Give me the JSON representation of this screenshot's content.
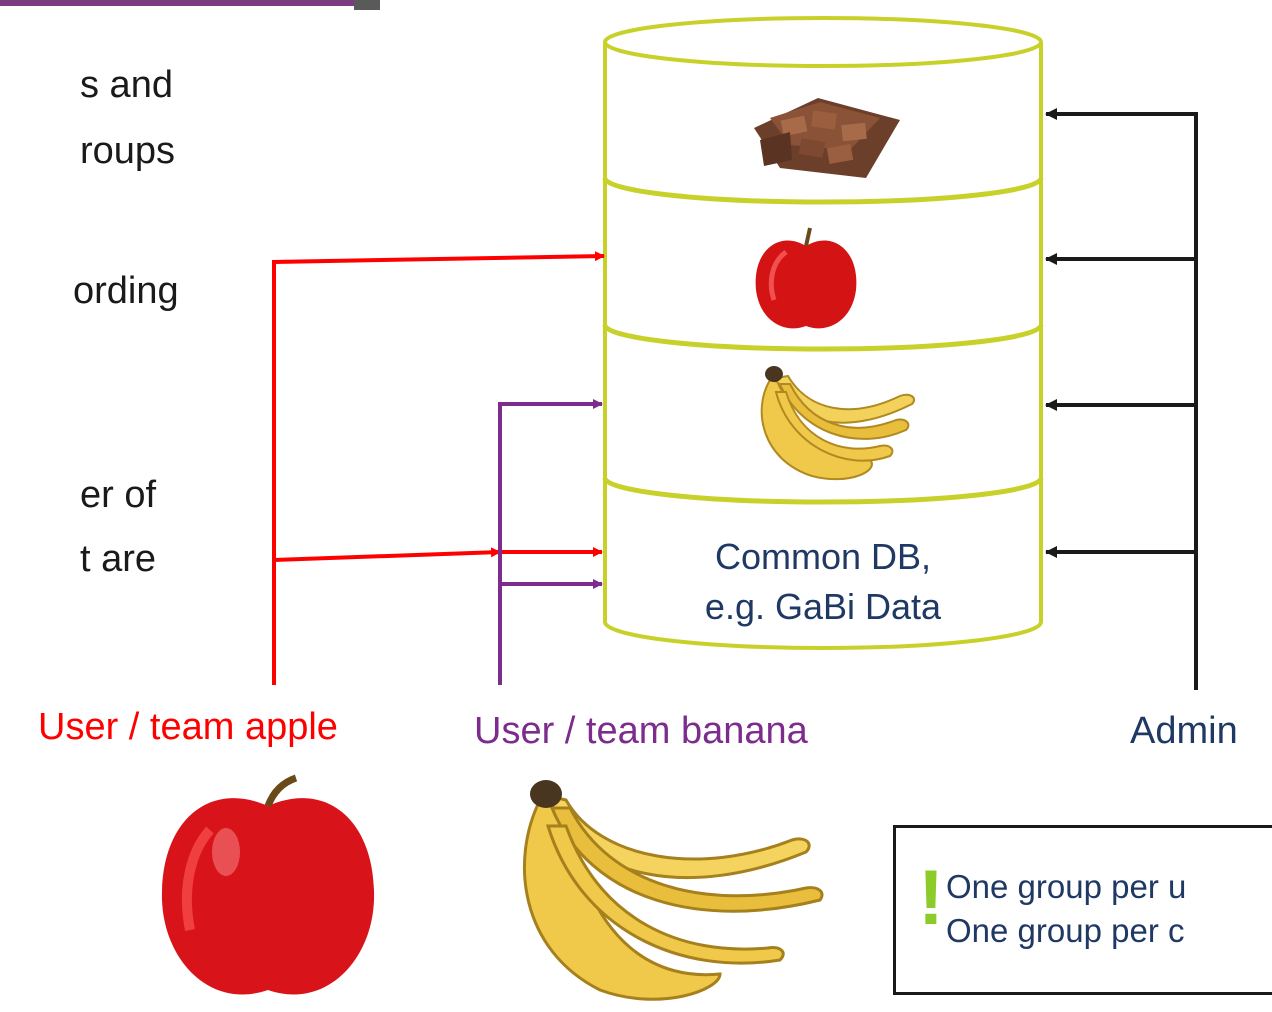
{
  "left_text": {
    "line1": "s and",
    "line2": "roups",
    "line3": "ording",
    "line4": "er of",
    "line5": "t are"
  },
  "database": {
    "label_line1": "Common DB,",
    "label_line2": "e.g. GaBi Data",
    "layers": [
      "chocolate-image",
      "apple-image",
      "banana-image"
    ]
  },
  "users": {
    "apple": "User / team apple",
    "banana": "User / team banana",
    "admin": "Admin"
  },
  "note": {
    "line1": "One group per u",
    "line2": "One group per c",
    "marker": "!"
  },
  "colors": {
    "apple_line": "#ff0000",
    "banana_line": "#7b2c8c",
    "admin_line": "#1a1a1a",
    "cylinder": "#c8d12a",
    "db_text": "#1f3864",
    "accent_bar": "#7a3b80",
    "exclamation": "#8ccc2a"
  }
}
